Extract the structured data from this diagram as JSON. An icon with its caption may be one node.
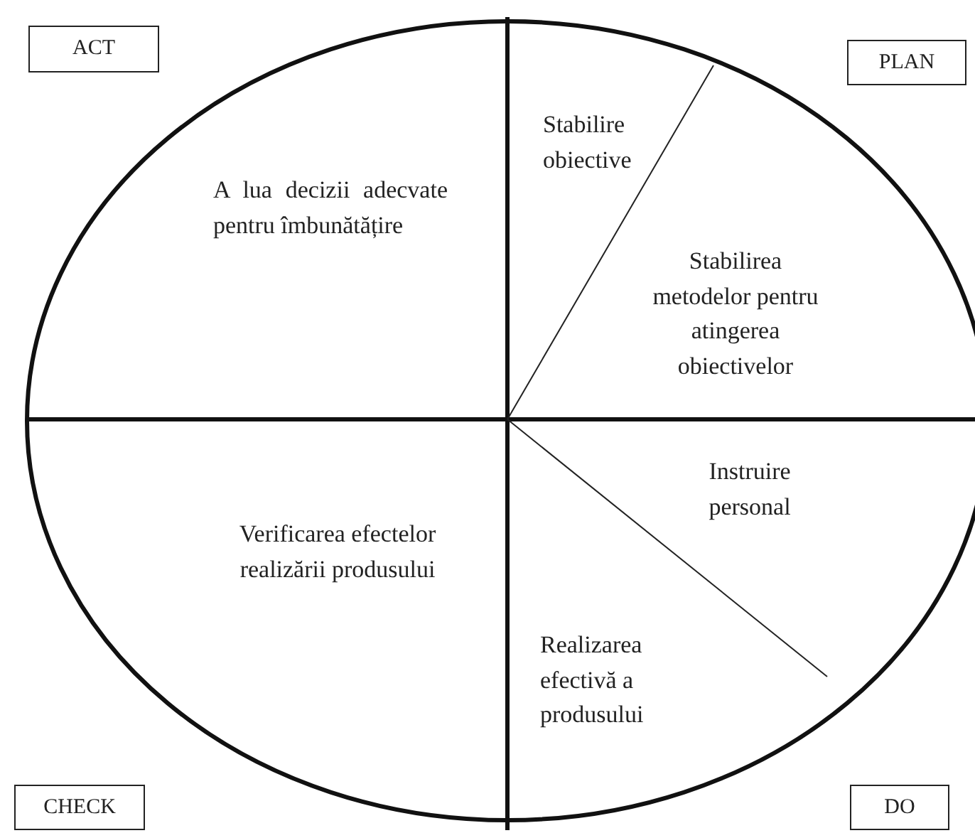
{
  "diagram": {
    "nodes": [
      {
        "text": [
          "ACT"
        ]
      },
      {
        "text": [
          "PLAN"
        ]
      },
      {
        "text": [
          "CHECK"
        ]
      },
      {
        "text": [
          "DO"
        ]
      }
    ],
    "labels": [
      "A lua decizii adecvate pentru îmbunătățire",
      "Stabilire obiective",
      "Stabilirea metodelor pentru atingerea obiectivelor",
      "Instruire personal",
      "Verificarea efectelor realizării produsului",
      "Realizarea efectivă a produsului"
    ]
  }
}
